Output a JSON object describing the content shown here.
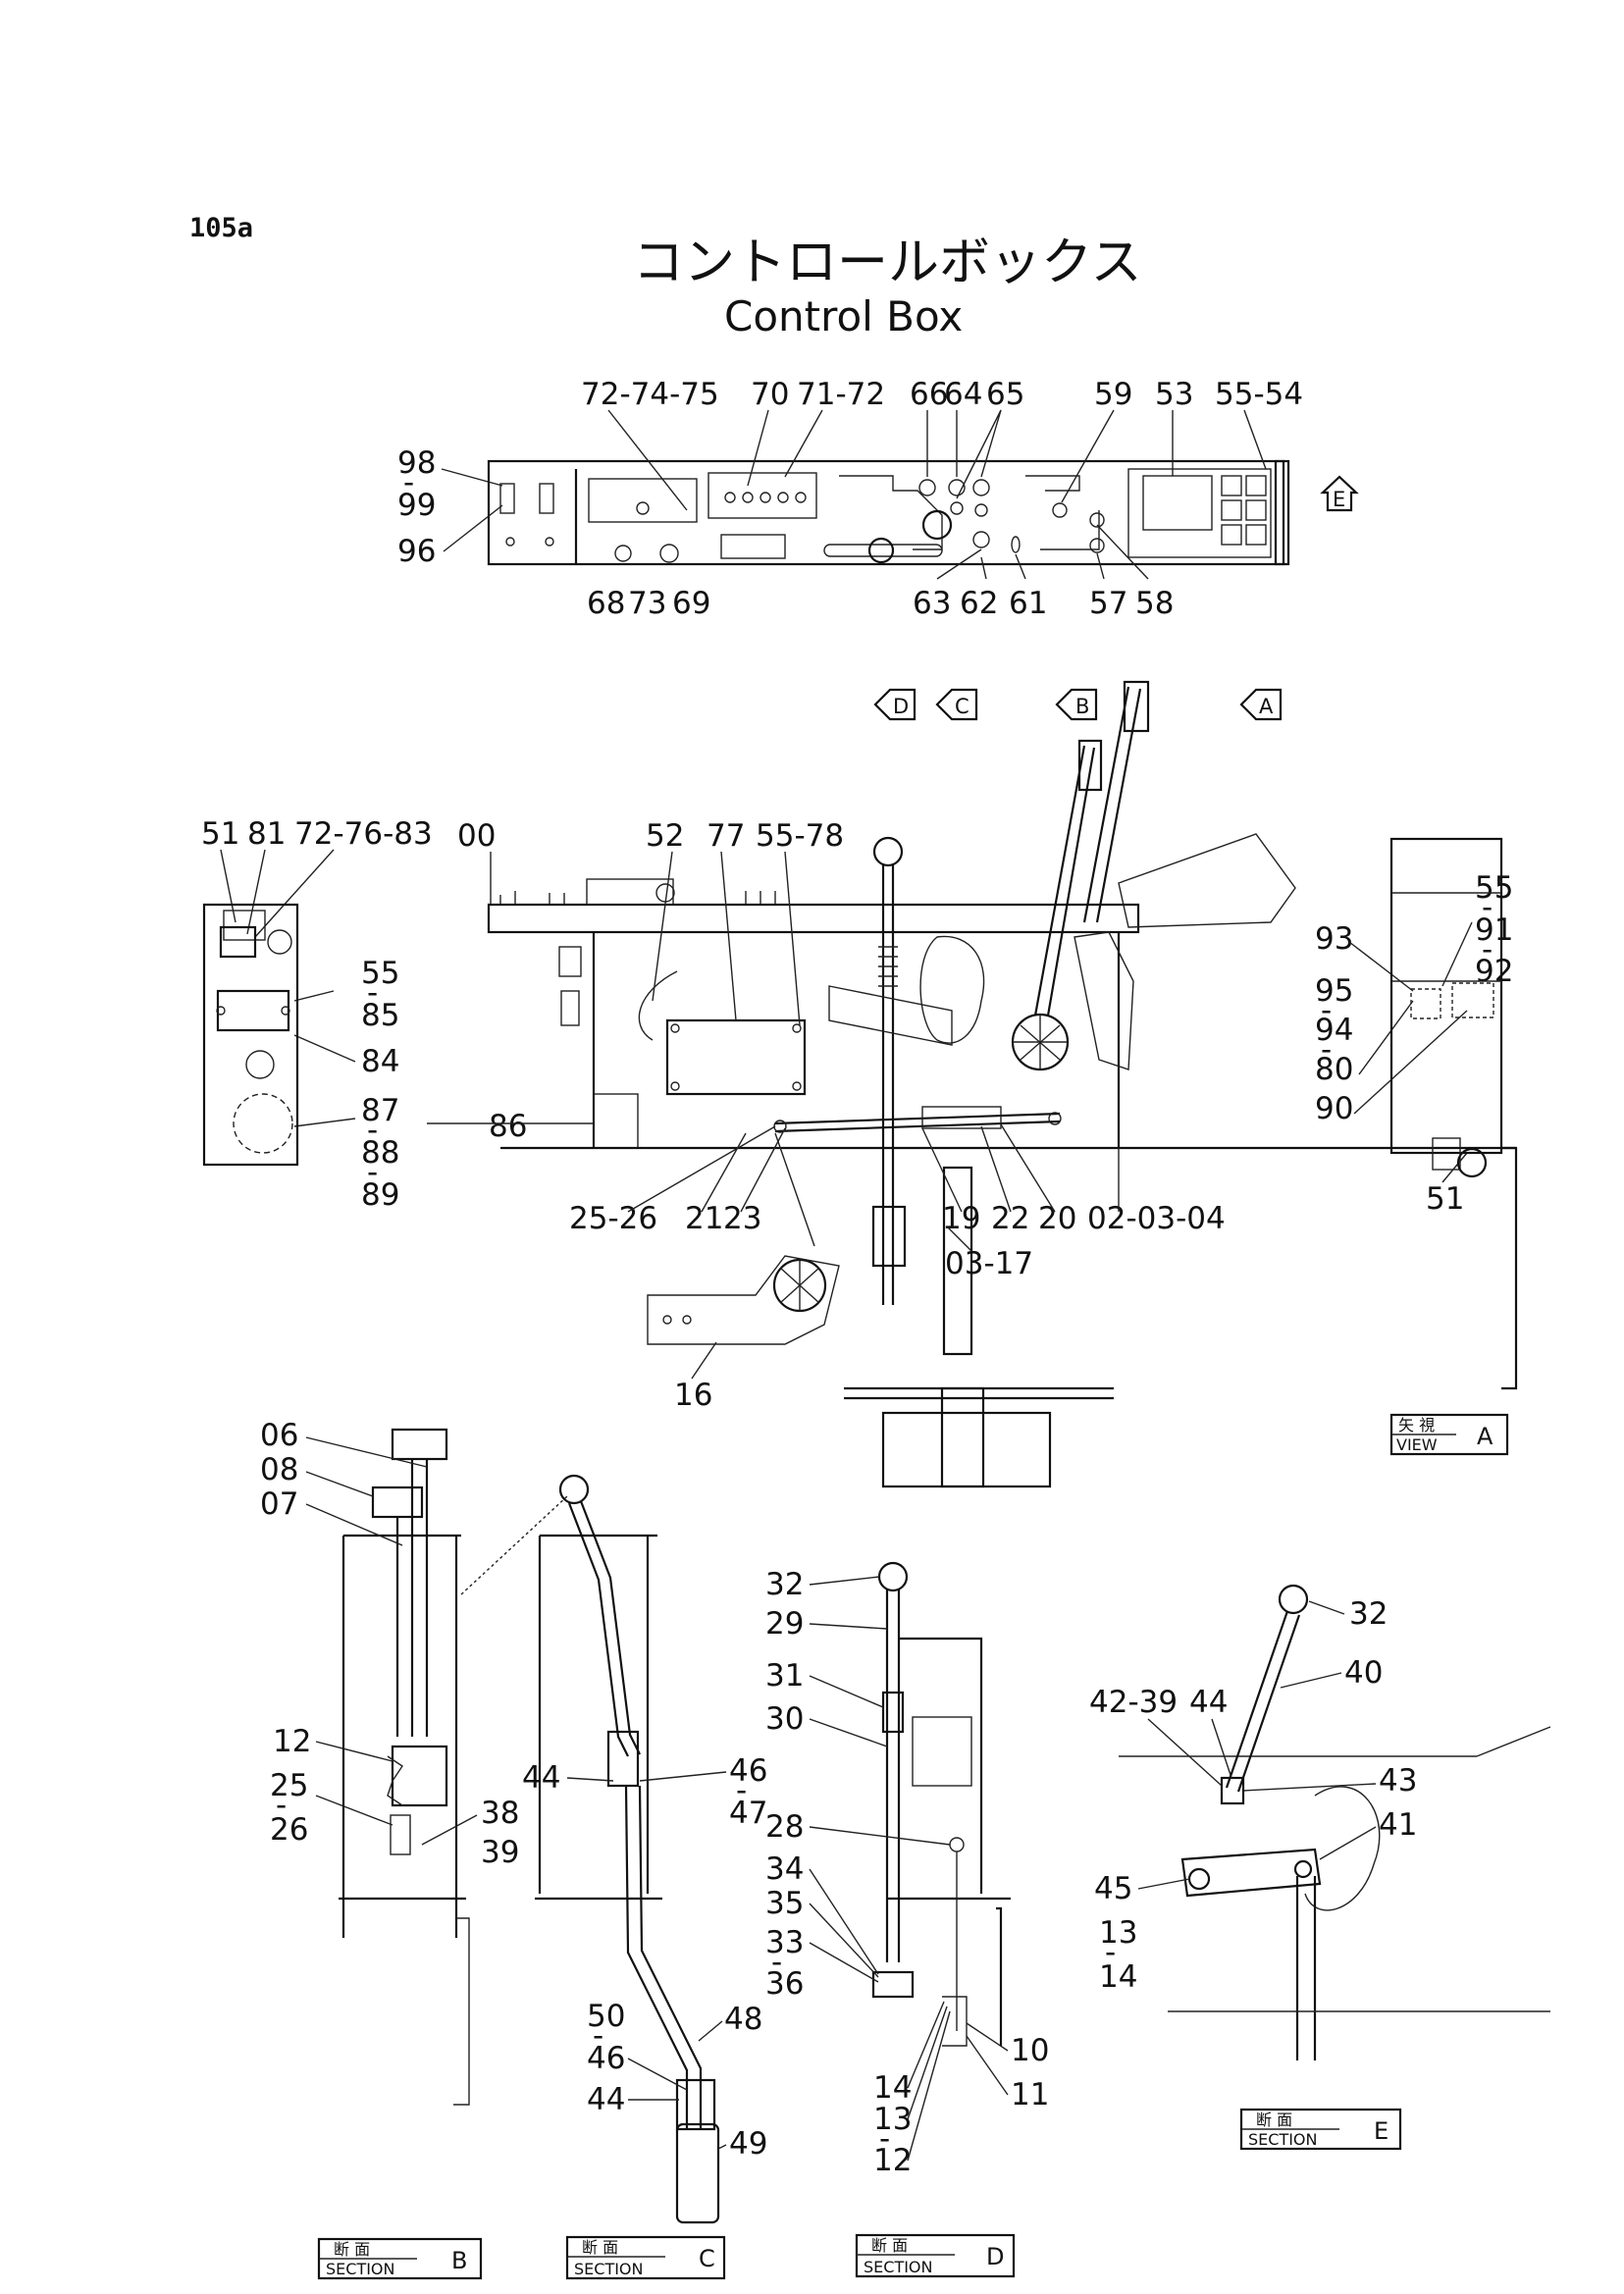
{
  "page_number": "105a",
  "title_jp": "コントロールボックス",
  "title_en": "Control Box",
  "view_arrows": [
    "D",
    "C",
    "B",
    "A",
    "E"
  ],
  "callouts": {
    "top": [
      "72-74-75",
      "70",
      "71-72",
      "66",
      "64",
      "65",
      "59",
      "53",
      "55-54",
      "98",
      "99",
      "96",
      "68",
      "73",
      "69",
      "63",
      "62",
      "61",
      "57",
      "58"
    ],
    "main": [
      "51",
      "81",
      "72-76-83",
      "00",
      "52",
      "77",
      "55-78",
      "55",
      "85",
      "84",
      "87",
      "88",
      "89",
      "86",
      "25-26",
      "21",
      "23",
      "19",
      "22",
      "20",
      "02-03-04",
      "03-17",
      "16",
      "55",
      "91",
      "92",
      "93",
      "95",
      "94",
      "80",
      "90",
      "51"
    ],
    "section_b": [
      "06",
      "08",
      "07",
      "12",
      "25",
      "26",
      "38",
      "39"
    ],
    "section_c": [
      "44",
      "46",
      "47",
      "50",
      "46",
      "48",
      "44",
      "49"
    ],
    "section_d": [
      "32",
      "29",
      "31",
      "30",
      "28",
      "34",
      "35",
      "33",
      "36",
      "14",
      "13",
      "12",
      "10",
      "11"
    ],
    "section_e": [
      "32",
      "40",
      "42-39",
      "44",
      "43",
      "41",
      "45",
      "13",
      "14"
    ]
  },
  "tags": {
    "view_a": {
      "jp": "矢 視",
      "en": "VIEW",
      "letter": "A"
    },
    "section_e": {
      "jp": "断 面",
      "en": "SECTION",
      "letter": "E"
    },
    "section_b": {
      "jp": "断 面",
      "en": "SECTION",
      "letter": "B"
    },
    "section_c": {
      "jp": "断 面",
      "en": "SECTION",
      "letter": "C"
    },
    "section_d": {
      "jp": "断 面",
      "en": "SECTION",
      "letter": "D"
    }
  }
}
